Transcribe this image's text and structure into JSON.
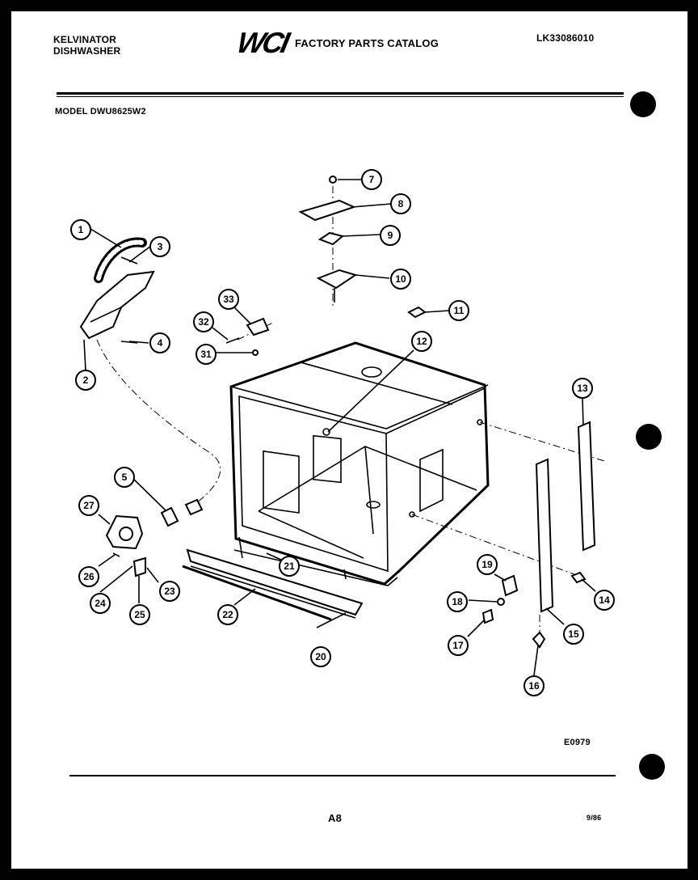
{
  "header": {
    "brand_line1": "KELVINATOR",
    "brand_line2": "DISHWASHER",
    "logo": "WCI",
    "catalog_title": "FACTORY PARTS CATALOG",
    "part_number": "LK33086010",
    "model": "MODEL DWU8625W2"
  },
  "footer": {
    "diagram_code": "E0979",
    "page": "A8",
    "date": "9/86"
  },
  "callouts": [
    "1",
    "2",
    "3",
    "4",
    "5",
    "7",
    "8",
    "9",
    "10",
    "11",
    "12",
    "13",
    "14",
    "15",
    "16",
    "17",
    "18",
    "19",
    "20",
    "21",
    "22",
    "23",
    "24",
    "25",
    "26",
    "27",
    "31",
    "32",
    "33"
  ],
  "colors": {
    "ink": "#000000",
    "paper": "#ffffff",
    "border": "#000000"
  }
}
